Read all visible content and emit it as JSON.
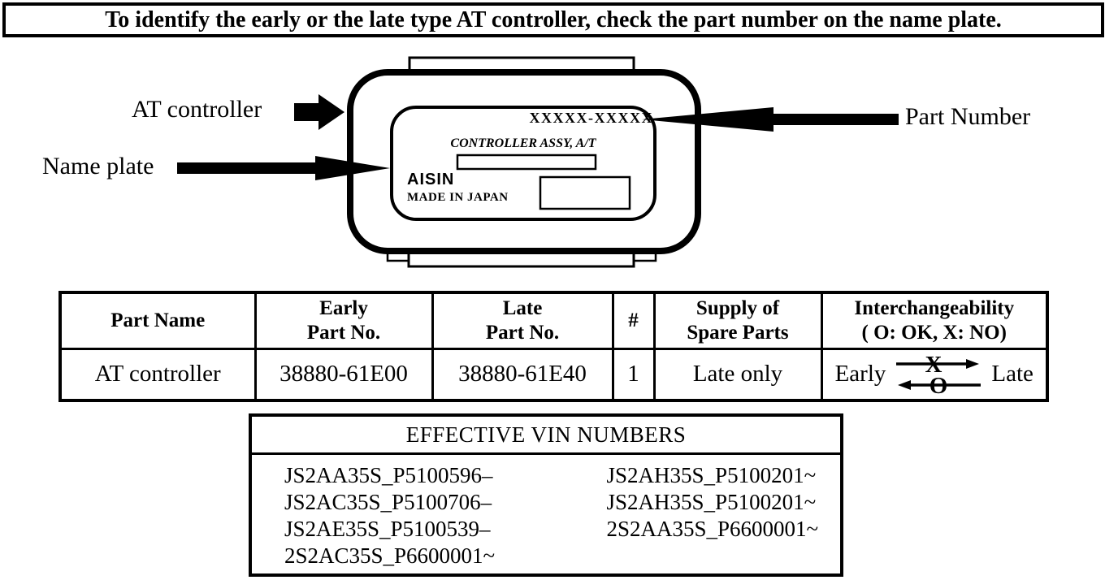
{
  "banner": {
    "text": "To identify the early or the late type AT controller, check the part number on the name plate."
  },
  "diagram": {
    "at_controller_label": "AT controller",
    "name_plate_label": "Name plate",
    "part_number_label": "Part Number",
    "plate": {
      "part_number_mask": "XXXXX-XXXXX",
      "assy_line": "CONTROLLER ASSY, A/T",
      "maker": "AISIN",
      "origin": "MADE IN JAPAN"
    }
  },
  "table": {
    "headers": {
      "part_name": "Part Name",
      "early_line1": "Early",
      "early_line2": "Part No.",
      "late_line1": "Late",
      "late_line2": "Part No.",
      "qty": "#",
      "supply_line1": "Supply of",
      "supply_line2": "Spare Parts",
      "interch_line1": "Interchangeability",
      "interch_line2": "( O: OK, X: NO)"
    },
    "row": {
      "part_name": "AT controller",
      "early_part_no": "38880-61E00",
      "late_part_no": "38880-61E40",
      "qty": "1",
      "supply": "Late only",
      "interch_left": "Early",
      "interch_right": "Late",
      "interch_no_mark": "X",
      "interch_ok_mark": "O"
    }
  },
  "vin": {
    "title": "EFFECTIVE VIN NUMBERS",
    "left": [
      "JS2AA35S_P5100596–",
      "JS2AC35S_P5100706–",
      "JS2AE35S_P5100539–",
      "2S2AC35S_P6600001~"
    ],
    "right": [
      "JS2AH35S_P5100201~",
      "JS2AH35S_P5100201~",
      "2S2AA35S_P6600001~"
    ]
  },
  "colors": {
    "ink": "#000000",
    "paper": "#ffffff"
  }
}
